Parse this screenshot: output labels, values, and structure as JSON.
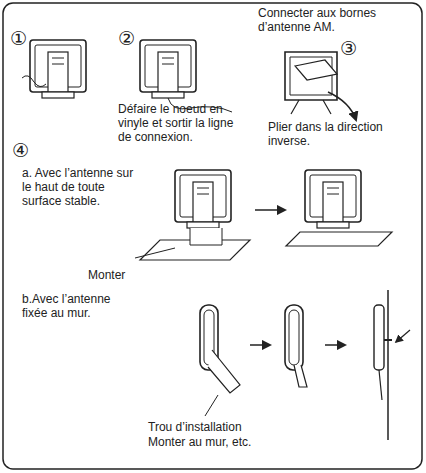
{
  "diagram": {
    "labels": [
      "①",
      "②",
      "Connecter aux bornes d’antenne AM.",
      "③",
      "Défaire le noeud en vinyle et sortir la ligne de connexion.",
      "Plier dans la direction inverse.",
      "④",
      "a. Avec l’antenne sur le haut de toute surface stable.",
      "Monter",
      "b.Avec l’antenne fixée au mur.",
      "Trou d’installation",
      "Monter au mur, etc."
    ]
  }
}
